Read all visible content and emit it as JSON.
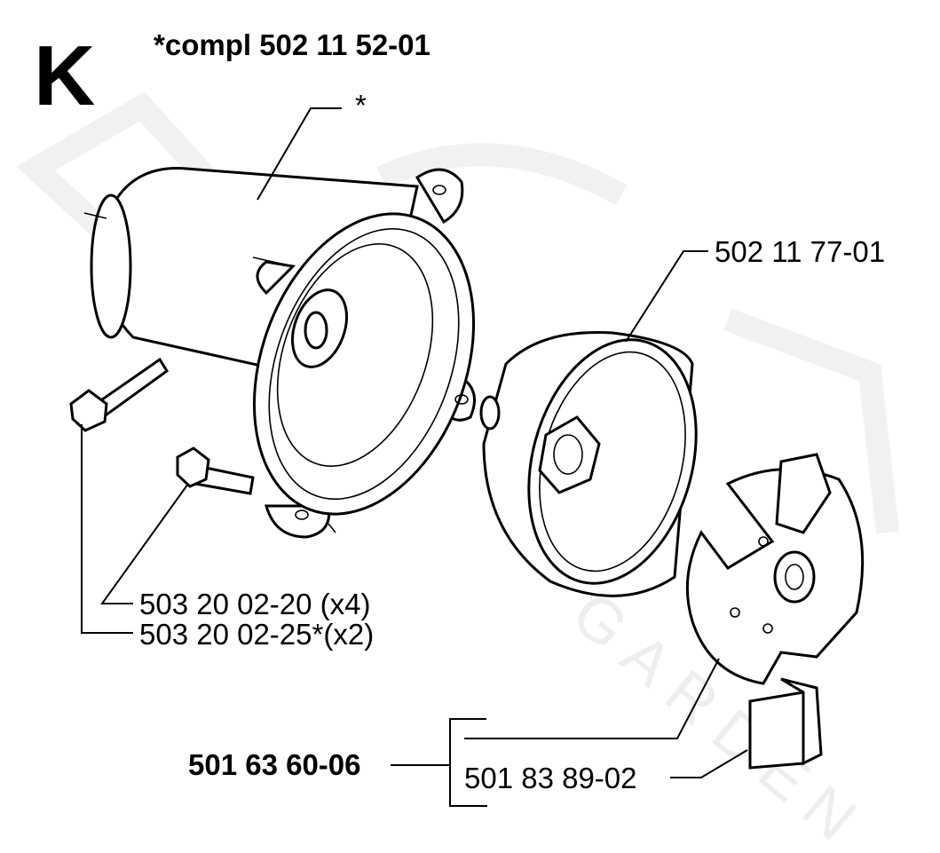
{
  "section_letter": "K",
  "assembly_label": "*compl 502 11 52-01",
  "watermark": "GARDEN",
  "parts": {
    "housing": {
      "label": "*"
    },
    "clutch_drum": {
      "label": "502 11 77-01"
    },
    "screw_a": {
      "label": "503 20 02-20 (x4)"
    },
    "screw_b": {
      "label": "503 20 02-25*(x2)"
    },
    "clutch_assembly": {
      "label": "501 63 60-06"
    },
    "clutch_spring": {
      "label": "501 83 89-02"
    }
  }
}
